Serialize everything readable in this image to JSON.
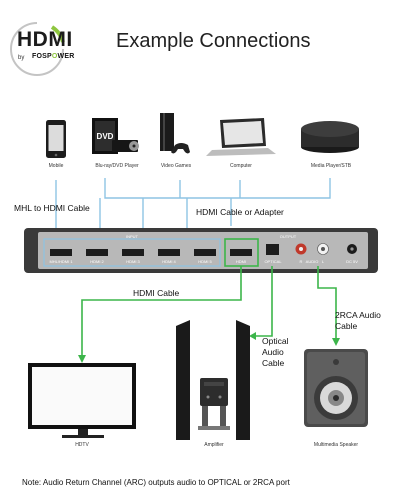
{
  "logo": {
    "mark": "HDMI",
    "by": "by",
    "brand_prefix": "FOSP",
    "brand_accent": "O",
    "brand_suffix": "WER"
  },
  "title": "Example Connections",
  "sources": [
    {
      "label": "Mobile",
      "icon": "mobile-phone-icon"
    },
    {
      "label": "Blu-ray/DVD Player",
      "icon": "dvd-player-icon"
    },
    {
      "label": "Video Games",
      "icon": "game-console-icon"
    },
    {
      "label": "Computer",
      "icon": "laptop-icon"
    },
    {
      "label": "Media Player/STB",
      "icon": "media-player-icon"
    }
  ],
  "cables": {
    "mhl": "MHL to HDMI Cable",
    "hdmi_adapter": "HDMI Cable or Adapter",
    "hdmi": "HDMI Cable",
    "optical_line1": "Optical",
    "optical_line2": "Audio",
    "optical_line3": "Cable",
    "rca_line1": "2RCA Audio",
    "rca_line2": "Cable"
  },
  "switch": {
    "input_header": "INPUT",
    "output_header": "OUTPUT",
    "ports": [
      "MHL/HDMI 1",
      "HDMI 2",
      "HDMI 3",
      "HDMI 4",
      "HDMI 5"
    ],
    "out_hdmi": "HDMI",
    "optical": "OPTICAL",
    "audio_r": "R",
    "audio": "AUDIO",
    "audio_l": "L",
    "dc": "DC 5V"
  },
  "outputs": [
    {
      "label": "HDTV",
      "icon": "tv-icon"
    },
    {
      "label": "Amplifier",
      "icon": "amplifier-speakers-icon"
    },
    {
      "label": "Multimedia Speaker",
      "icon": "speaker-icon"
    }
  ],
  "note": "Note: Audio Return Channel (ARC) outputs audio to OPTICAL or 2RCA port",
  "colors": {
    "accent_green": "#8ec63f",
    "cable_blue": "#8ec4e4",
    "cable_green": "#3cb54a",
    "device_dark": "#2b2b2b"
  }
}
